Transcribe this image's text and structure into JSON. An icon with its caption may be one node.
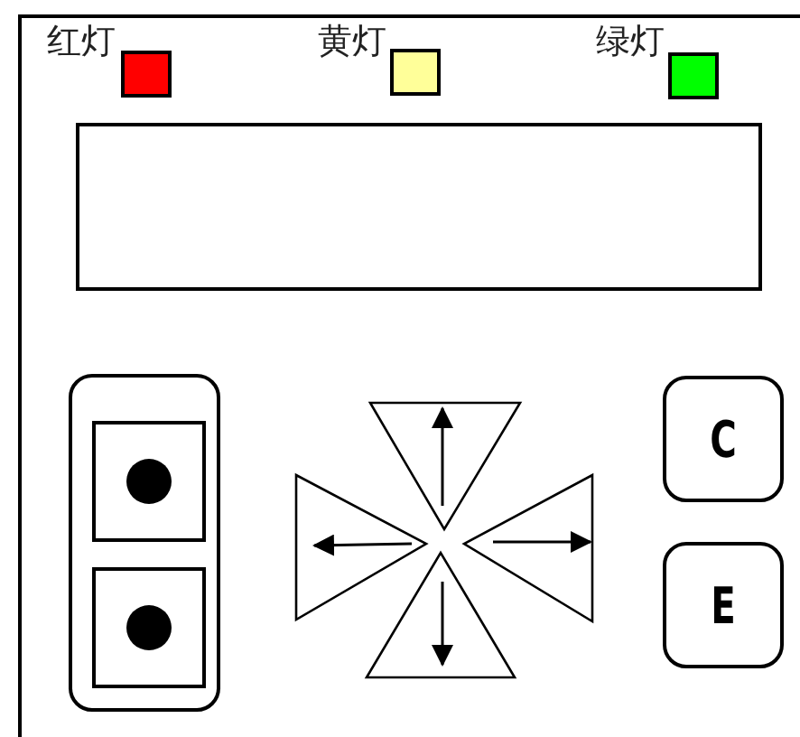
{
  "diagram": {
    "nodes": [
      {
        "text": [],
        "shape": "box",
        "beside": [
          "红灯"
        ]
      },
      {
        "text": [],
        "shape": "box",
        "beside": [
          "黄灯"
        ]
      },
      {
        "text": [],
        "shape": "box",
        "beside": [
          "绿灯"
        ]
      },
      {
        "text": [],
        "shape": "box"
      },
      {
        "text": [],
        "shape": "box"
      },
      {
        "text": [],
        "shape": "box",
        "in": 4
      },
      {
        "text": [],
        "shape": "box",
        "in": 4
      },
      {
        "text": [
          "C"
        ]
      },
      {
        "text": [
          "E"
        ]
      }
    ]
  }
}
